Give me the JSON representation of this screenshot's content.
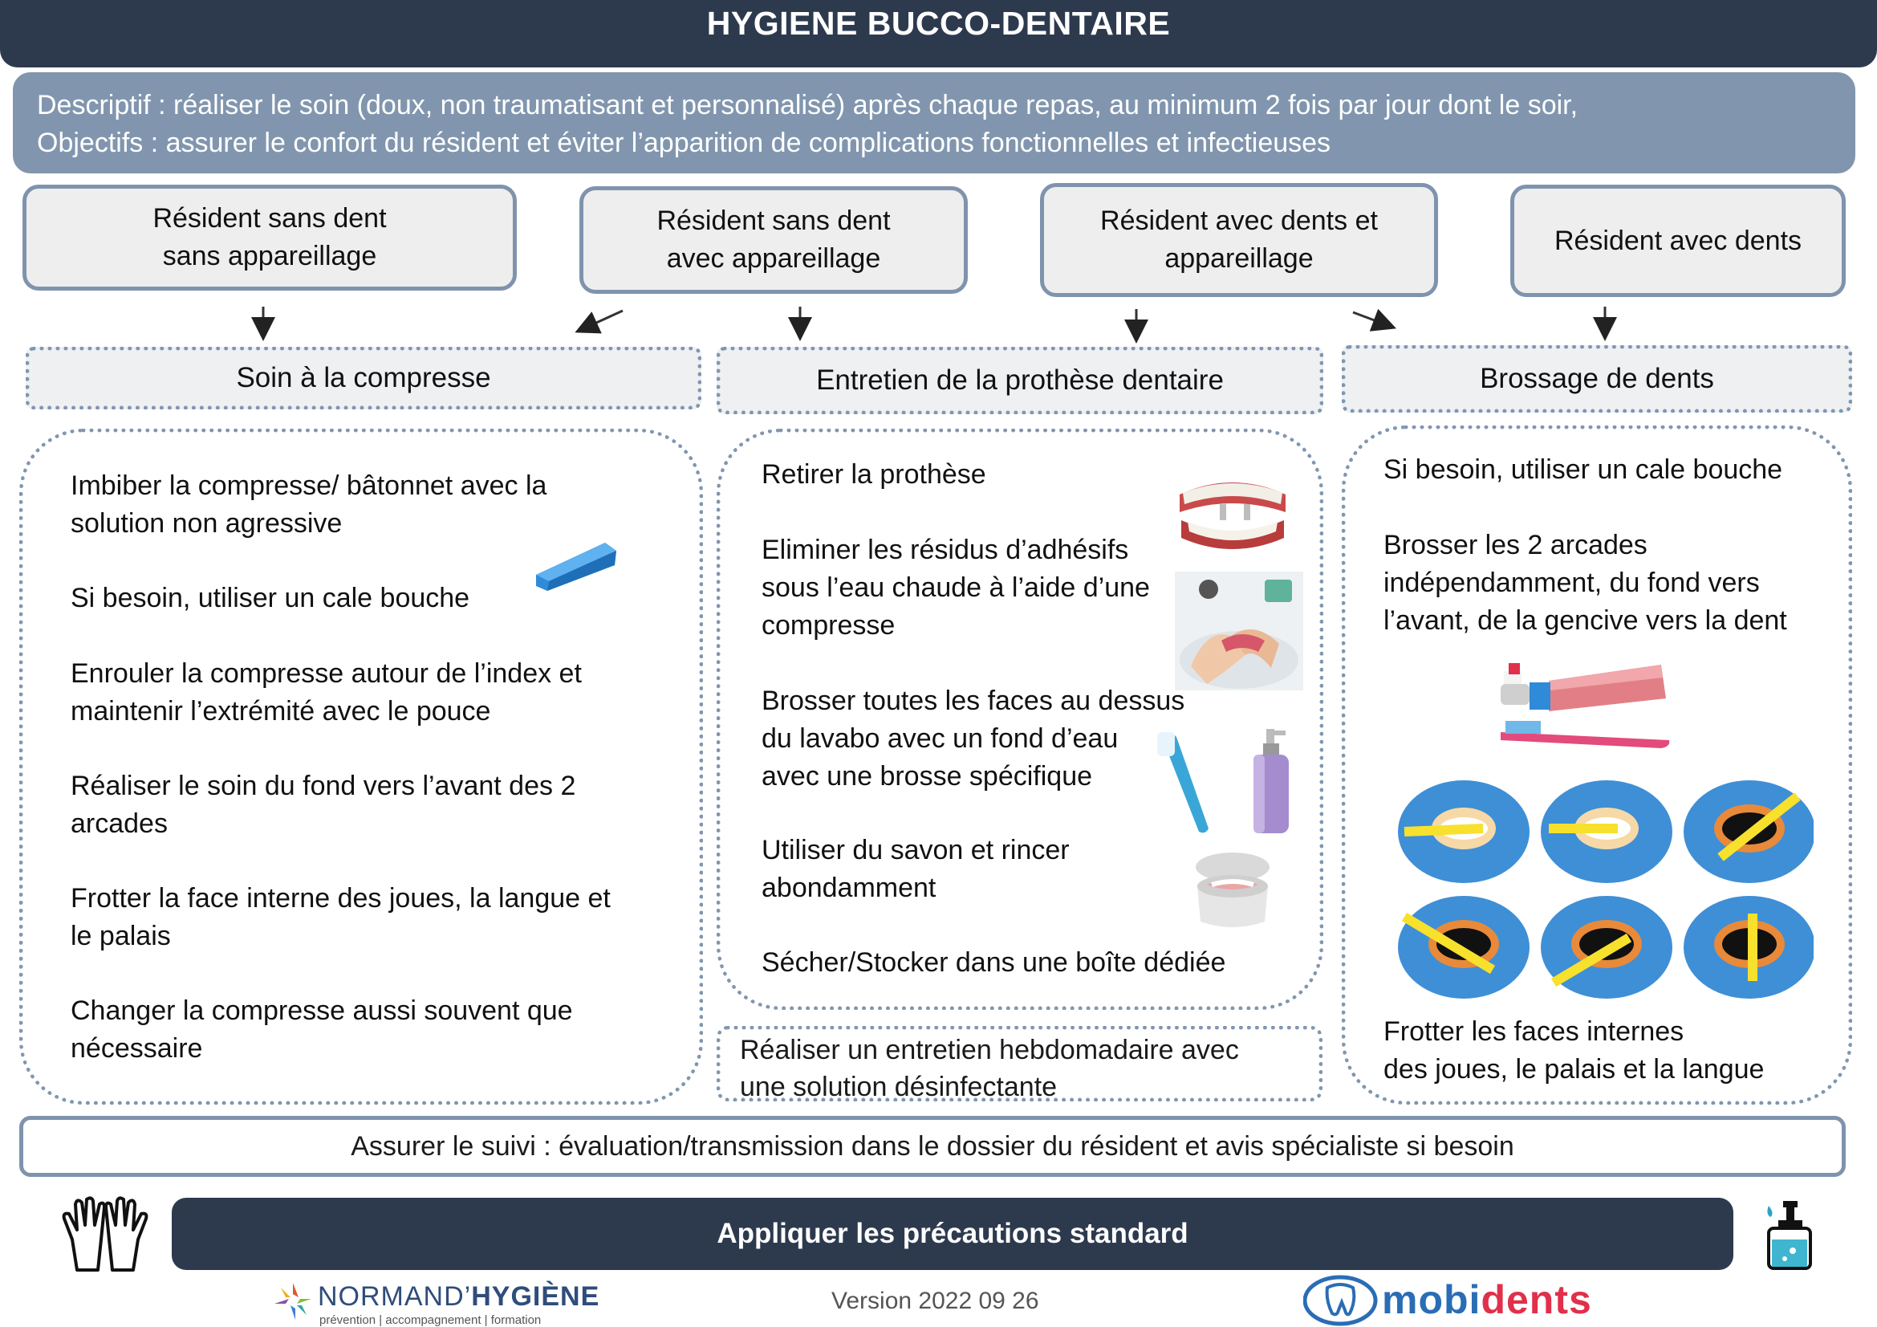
{
  "title": "HYGIENE BUCCO-DENTAIRE",
  "description": {
    "line1": "Descriptif : réaliser le soin (doux, non traumatisant et personnalisé) après chaque repas, au minimum 2 fois par jour dont le soir,",
    "line2": "Objectifs :  assurer le confort du résident et éviter l’apparition de complications fonctionnelles et  infectieuses"
  },
  "categories": [
    "Résident sans dent\nsans appareillage",
    "Résident sans dent\navec appareillage",
    "Résident avec dents et\nappareillage",
    "Résident avec dents"
  ],
  "sections": {
    "compresse": {
      "header": "Soin à la compresse",
      "steps": [
        "Imbiber la compresse/ bâtonnet avec la\nsolution non agressive",
        "Si besoin, utiliser un cale bouche",
        "Enrouler la compresse autour de l’index et\nmaintenir l’extrémité avec le pouce",
        "Réaliser le soin du fond vers l’avant des 2\narcades",
        "Frotter  la face interne des joues, la langue et\nle palais",
        "Changer la compresse aussi souvent que\nnécessaire"
      ]
    },
    "prothese": {
      "header": "Entretien de la prothèse dentaire",
      "steps": [
        "Retirer la prothèse",
        "Eliminer les résidus d’adhésifs\nsous l’eau chaude à l’aide d’une\ncompresse",
        "Brosser toutes les faces  au dessus\ndu lavabo avec un fond d’eau\navec une brosse spécifique",
        "Utiliser du savon et rincer\nabondamment",
        "Sécher/Stocker  dans une boîte dédiée"
      ],
      "weekly": "Réaliser un entretien hebdomadaire avec\nune solution désinfectante"
    },
    "brossage": {
      "header": "Brossage de dents",
      "steps": [
        "Si besoin, utiliser un cale bouche",
        "Brosser les 2 arcades\nindépendamment, du fond vers\nl’avant, de la gencive vers la dent",
        "Frotter les faces internes\n des joues, le palais et la langue"
      ]
    }
  },
  "suivi": "Assurer le suivi : évaluation/transmission dans le dossier du résident  et  avis spécialiste si besoin",
  "precautions": "Appliquer les précautions standard",
  "version": "Version 2022 09 26",
  "logos": {
    "normand": {
      "name_regular": "NORMAND’",
      "name_bold": "HYGIÈNE",
      "tagline": "prévention | accompagnement | formation"
    },
    "mobidents": {
      "part1": "mobi",
      "part2": "dents"
    }
  },
  "icons": [
    "gloves-icon",
    "hand-sanitizer-icon",
    "mouth-prop-icon",
    "denture-icon",
    "denture-cleaning-icon",
    "denture-brush-icon",
    "soap-bottle-icon",
    "denture-box-icon",
    "toothpaste-icon",
    "toothbrush-icon",
    "brushing-technique-icon"
  ],
  "colors": {
    "dark": "#2d3a4e",
    "band": "#8196ae",
    "border": "#7f93ad",
    "mobi": "#2a6db5",
    "dents": "#e0304b"
  }
}
